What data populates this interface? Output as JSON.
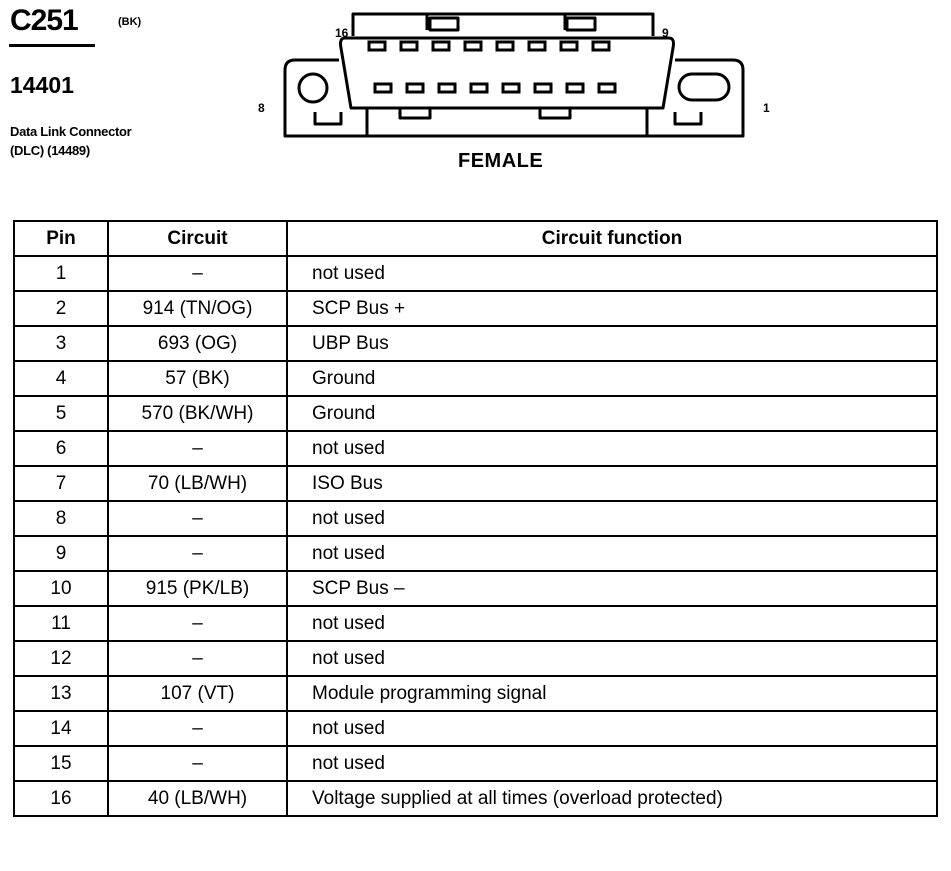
{
  "header": {
    "connector_code": "C251",
    "color_code": "(BK)",
    "part_number": "14401",
    "description_line1": "Data Link Connector",
    "description_line2": "(DLC) (14489)"
  },
  "diagram": {
    "label": "FEMALE",
    "pin_labels": {
      "top_left": "16",
      "top_right": "9",
      "left": "8",
      "right": "1"
    }
  },
  "table": {
    "headers": {
      "pin": "Pin",
      "circuit": "Circuit",
      "function": "Circuit function"
    },
    "rows": [
      {
        "pin": "1",
        "circuit": "–",
        "function": "not used"
      },
      {
        "pin": "2",
        "circuit": "914 (TN/OG)",
        "function": "SCP Bus +"
      },
      {
        "pin": "3",
        "circuit": "693 (OG)",
        "function": "UBP Bus"
      },
      {
        "pin": "4",
        "circuit": "57 (BK)",
        "function": "Ground"
      },
      {
        "pin": "5",
        "circuit": "570 (BK/WH)",
        "function": "Ground"
      },
      {
        "pin": "6",
        "circuit": "–",
        "function": "not used"
      },
      {
        "pin": "7",
        "circuit": "70 (LB/WH)",
        "function": "ISO Bus"
      },
      {
        "pin": "8",
        "circuit": "–",
        "function": "not used"
      },
      {
        "pin": "9",
        "circuit": "–",
        "function": "not used"
      },
      {
        "pin": "10",
        "circuit": "915 (PK/LB)",
        "function": "SCP Bus –"
      },
      {
        "pin": "11",
        "circuit": "–",
        "function": "not used"
      },
      {
        "pin": "12",
        "circuit": "–",
        "function": "not used"
      },
      {
        "pin": "13",
        "circuit": "107 (VT)",
        "function": "Module programming signal"
      },
      {
        "pin": "14",
        "circuit": "–",
        "function": "not used"
      },
      {
        "pin": "15",
        "circuit": "–",
        "function": "not used"
      },
      {
        "pin": "16",
        "circuit": "40 (LB/WH)",
        "function": "Voltage supplied at all times (overload protected)"
      }
    ]
  }
}
